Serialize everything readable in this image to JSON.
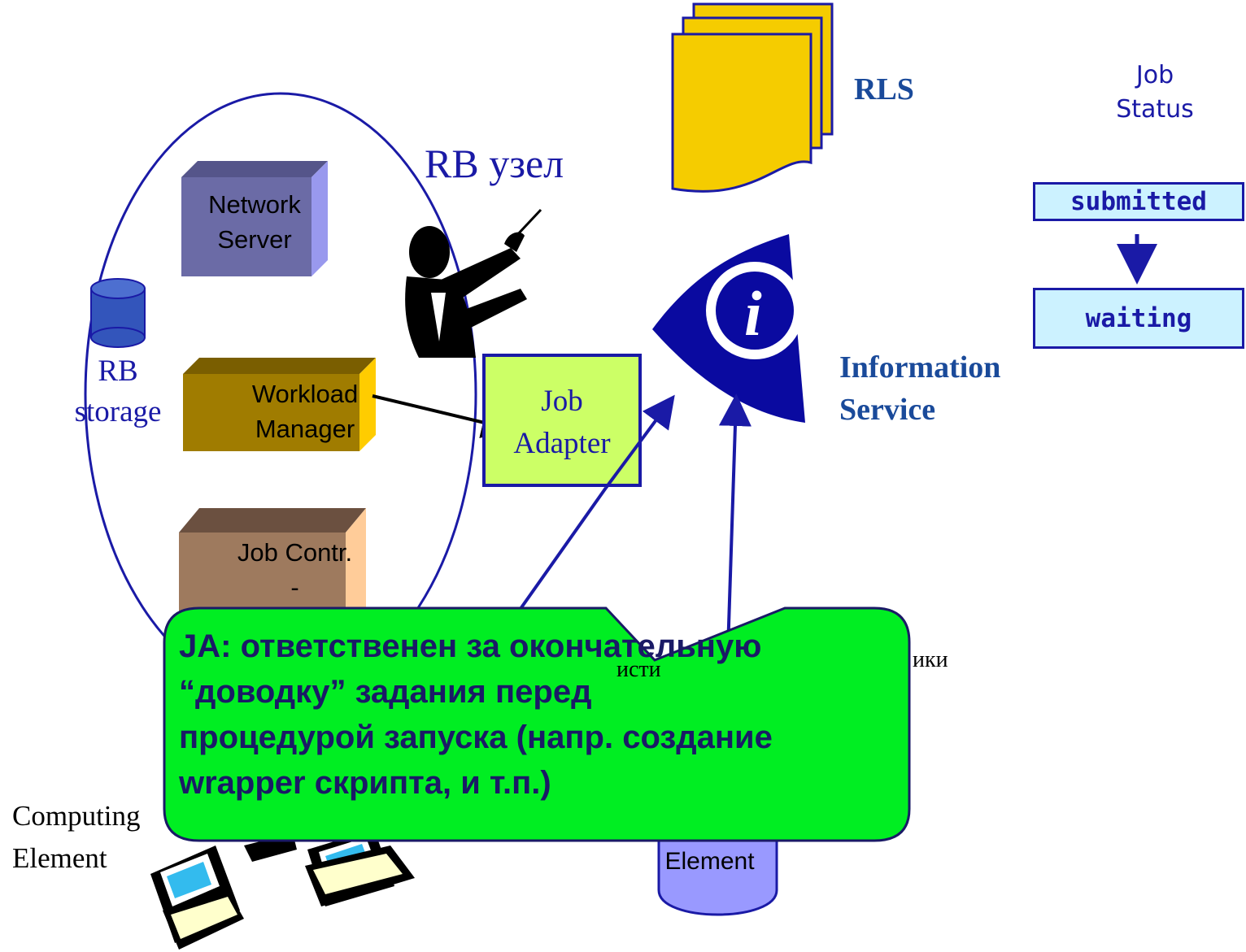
{
  "rb_node": {
    "title": "RB узел"
  },
  "rb_storage": {
    "label_line1": "RB",
    "label_line2": "storage"
  },
  "network_server": {
    "line1": "Network",
    "line2": "Server"
  },
  "workload_manager": {
    "line1": "Workload",
    "line2": "Manager"
  },
  "job_controller": {
    "line1": "Job Contr.",
    "line2": "-"
  },
  "job_adapter": {
    "line1": "Job",
    "line2": "Adapter"
  },
  "rls": {
    "label": "RLS"
  },
  "information_service": {
    "line1": "Information",
    "line2": "Service"
  },
  "job_status": {
    "title_line1": "Job",
    "title_line2": "Status",
    "states": [
      "submitted",
      "waiting"
    ]
  },
  "computing_element": {
    "line1": "Computing",
    "line2": "Element"
  },
  "storage_element": {
    "line2": "Element"
  },
  "hidden_text": {
    "left_fragment": "исти",
    "right_fragment": "ики"
  },
  "callout": {
    "lines": [
      "JA: ответственен за окончательную",
      "“доводку” задания перед",
      "процедурой запуска (напр. создание",
      "wrapper скрипта, и т.п.)"
    ]
  },
  "colors": {
    "outline_blue": "#1a1aa6",
    "network_server": "#6b6ba6",
    "workload_manager": "#a07c00",
    "job_controller": "#9e7a5e",
    "job_adapter": "#ccff66",
    "rls_doc": "#f5cc00",
    "callout_fill": "#00ee22",
    "status_fill": "#ccf2ff",
    "storage_element": "#9999ff"
  }
}
